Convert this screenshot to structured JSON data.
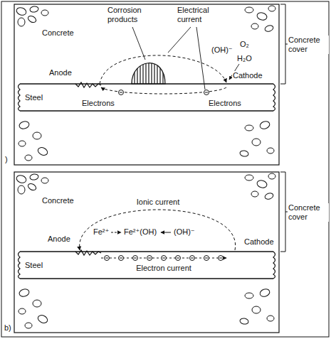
{
  "diagram": {
    "labels": [
      "Concrete",
      "Corrosion products",
      "Electrical current",
      "Concrete cover",
      "Anode",
      "(OH)⁻",
      "O₂",
      "H₂O",
      "Cathode",
      "Steel",
      "Electrons",
      "Electrons",
      ")",
      "Concrete",
      "Concrete cover",
      "Ionic current",
      "Anode",
      "Fe²⁺",
      "Fe²⁺(OH)",
      "(OH)⁻",
      "Cathode",
      "Steel",
      "Electron current",
      "b)"
    ]
  }
}
